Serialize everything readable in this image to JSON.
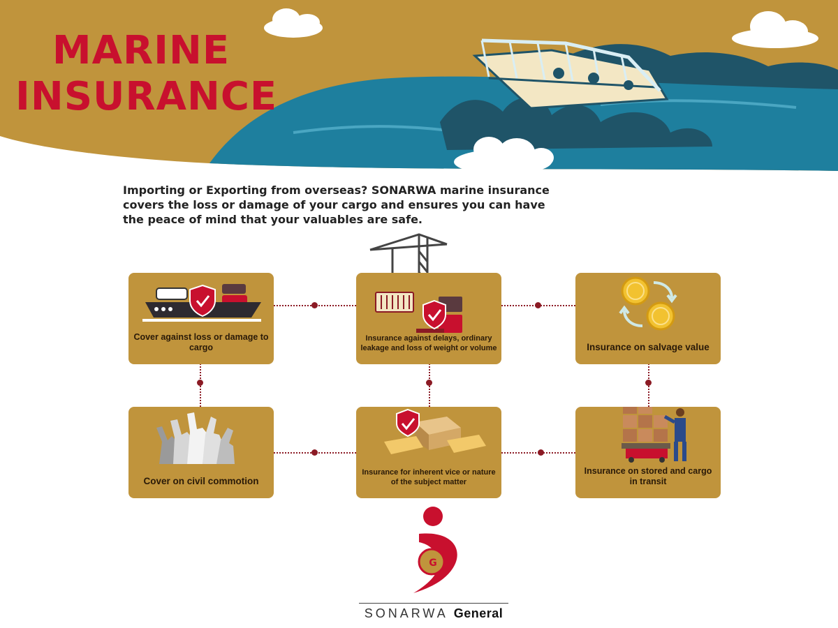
{
  "header": {
    "title_line1": "MARINE",
    "title_line2": "INSURANCE"
  },
  "intro": {
    "text": "Importing or Exporting from overseas? SONARWA marine insurance covers the loss or damage of your cargo and ensures you can have the peace of mind that your valuables are safe."
  },
  "cards": [
    {
      "label": "Cover against loss or damage to cargo",
      "icon": "cargo-ship-icon"
    },
    {
      "label": "Insurance against delays, ordinary leakage and loss of weight or volume",
      "icon": "crane-container-icon"
    },
    {
      "label": "Insurance on salvage value",
      "icon": "coins-exchange-icon"
    },
    {
      "label": "Cover on civil commotion",
      "icon": "protest-crowd-icon"
    },
    {
      "label": "Insurance for inherent vice or nature of the subject matter",
      "icon": "parcel-boxes-icon"
    },
    {
      "label": "Insurance on stored and cargo in transit",
      "icon": "warehouse-worker-icon"
    }
  ],
  "brand": {
    "name_part1": "SONARWA",
    "name_part2": "General",
    "logo_letter": "G"
  },
  "colors": {
    "mustard": "#c0943c",
    "ocean": "#1e7f9e",
    "dark_teal": "#1f5468",
    "brand_red": "#c8102e",
    "connector": "#8b1a24"
  }
}
